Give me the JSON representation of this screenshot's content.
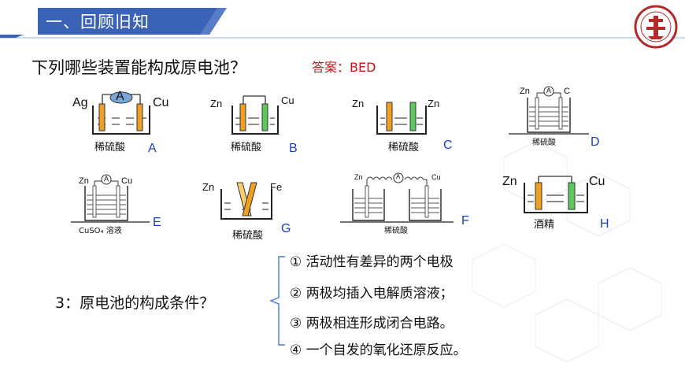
{
  "header": {
    "title": "一、回顾旧知"
  },
  "question": {
    "text": "下列哪些装置能构成原电池？",
    "answer": "答案：BED"
  },
  "apparatus": [
    {
      "id": "A",
      "letter": "A",
      "left": "Ag",
      "right": "Cu",
      "meter": "A",
      "solution": "稀硫酸"
    },
    {
      "id": "B",
      "letter": "B",
      "left": "Zn",
      "right": "Cu",
      "solution": "稀硫酸"
    },
    {
      "id": "C",
      "letter": "C",
      "left": "Zn",
      "right": "Zn",
      "solution": "稀硫酸"
    },
    {
      "id": "D",
      "letter": "D",
      "left": "Zn",
      "right": "C",
      "meter": "A",
      "solution": "稀硫酸"
    },
    {
      "id": "E",
      "letter": "E",
      "left": "Zn",
      "right": "Cu",
      "meter": "A",
      "solution": "CuSO₄ 溶液"
    },
    {
      "id": "G",
      "letter": "G",
      "left": "Zn",
      "right": "Fe",
      "solution": "稀硫酸"
    },
    {
      "id": "F",
      "letter": "F",
      "left": "Zn",
      "right": "Cu",
      "meter": "A",
      "solution": "稀硫酸"
    },
    {
      "id": "H",
      "letter": "H",
      "left": "Zn",
      "right": "Cu",
      "solution": "酒精"
    }
  ],
  "conditions": {
    "title": "3：原电池的构成条件？",
    "items": [
      "① 活动性有差异的两个电极",
      "② 两极均插入电解质溶液；",
      "③ 两极相连形成闭合电路。",
      "④ 一个自发的氧化还原反应。"
    ]
  },
  "colors": {
    "title_bar": "#3a63b8",
    "answer": "#d0101a",
    "letters": "#1a3fb8",
    "orange_electrode": "#f0a020",
    "green_electrode": "#5cc85c"
  }
}
